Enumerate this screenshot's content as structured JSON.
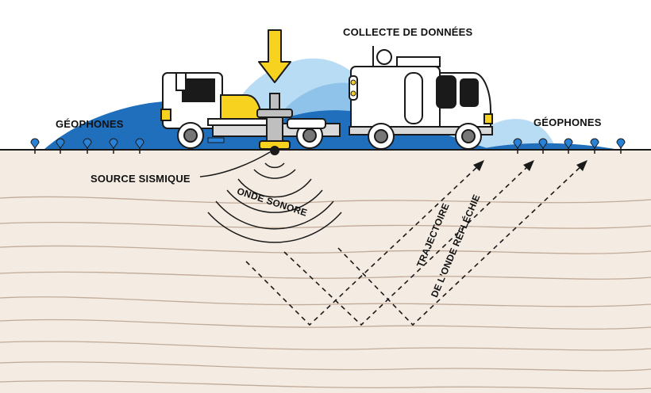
{
  "labels": {
    "data_collection": "COLLECTE DE DONNÉES",
    "geophones_left": "GÉOPHONES",
    "geophones_right": "GÉOPHONES",
    "seismic_source": "SOURCE SISMIQUE",
    "sound_wave": "ONDE SONORE",
    "trajectory_line1": "TRAJECTOIRE",
    "trajectory_line2": "DE L’ONDE RÉFLÉCHIE"
  },
  "colors": {
    "ground": "#f4ece3",
    "strata_lines": "#b49a86",
    "hills_dark": "#1f6fbd",
    "hills_light": "#b9dcf5",
    "hills_mid": "#8fc3ea",
    "arrow_yellow": "#f7d21e",
    "vehicle_white": "#ffffff",
    "outline": "#1a1a1a",
    "geophone_blue": "#2a82d6"
  },
  "icons": {
    "down_arrow": "yellow-down-arrow-icon",
    "vibrator_truck": "vibrator-truck-icon",
    "recording_truck": "recording-truck-icon",
    "geophone": "geophone-icon"
  }
}
